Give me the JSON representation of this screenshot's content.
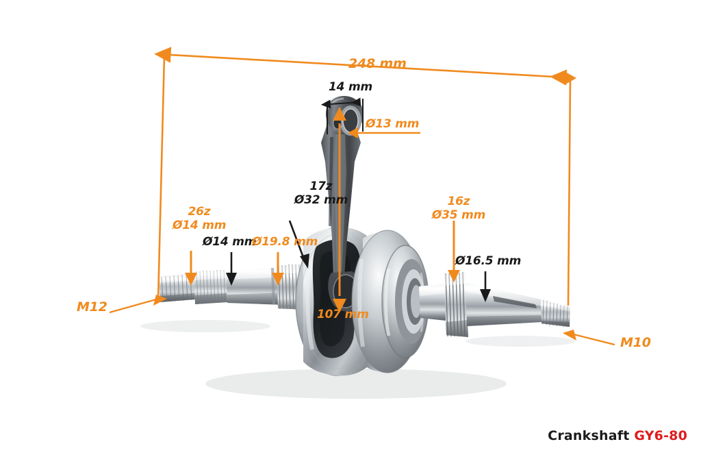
{
  "product": {
    "caption_name": "Crankshaft",
    "caption_part": "GY6-80"
  },
  "colors": {
    "orange": "#F08A1E",
    "black": "#1a1a1a",
    "red": "#E01B1B",
    "background": "#ffffff"
  },
  "annotations": {
    "overall_length": "248 mm",
    "pin_width": "14 mm",
    "small_end_bore": "Ø13 mm",
    "left_spline_teeth": "26z",
    "left_spline_dia": "Ø14 mm",
    "left_shaft_dia": "Ø14 mm",
    "left_journal_dia": "Ø19.8 mm",
    "primary_gear_teeth": "17z",
    "primary_gear_dia": "Ø32 mm",
    "web_diameter": "107 mm",
    "right_gear_teeth": "16z",
    "right_gear_dia": "Ø35 mm",
    "right_shaft_dia": "Ø16.5 mm",
    "left_thread": "M12",
    "right_thread": "M10"
  }
}
